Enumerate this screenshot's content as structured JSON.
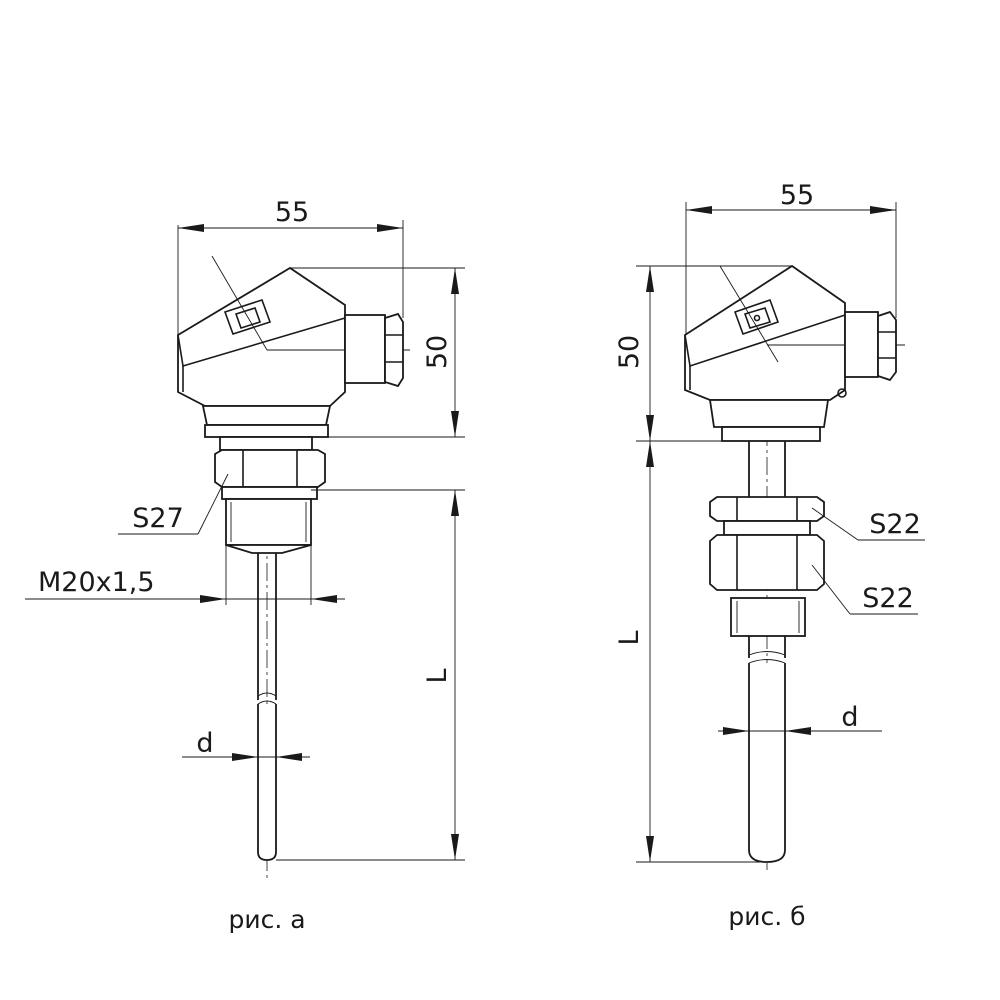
{
  "figure_a": {
    "width_dim": "55",
    "height_dim": "50",
    "wrench_size": "S27",
    "thread": "M20x1,5",
    "length_dim": "L",
    "diameter_dim": "d",
    "caption": "рис. а"
  },
  "figure_b": {
    "width_dim": "55",
    "height_dim": "50",
    "wrench_size_upper": "S22",
    "wrench_size_lower": "S22",
    "length_dim": "L",
    "diameter_dim": "d",
    "caption": "рис. б"
  }
}
